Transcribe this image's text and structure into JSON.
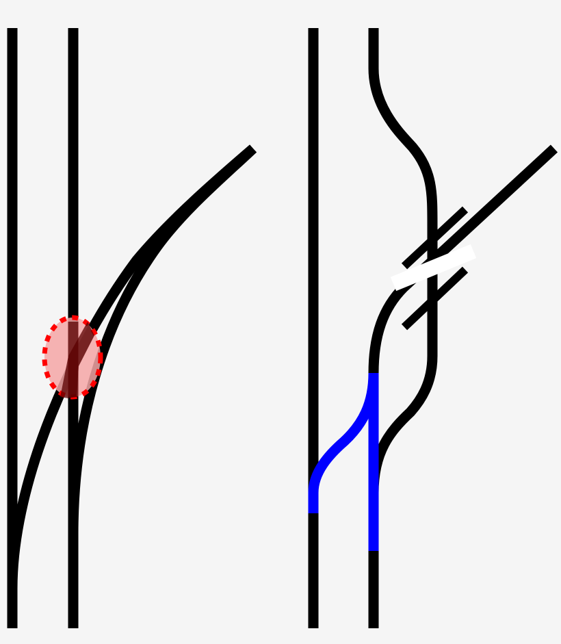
{
  "diagram": {
    "background": "#f5f5f5",
    "track_color": "#000000",
    "highlight_route_color": "#0000ff",
    "conflict_marker": {
      "fill": "#f4a6a6",
      "stroke": "#ff0000",
      "overlap_fill": "#5a0000"
    },
    "bridge_gap_color": "#ffffff",
    "panels": [
      {
        "name": "left-layout",
        "description_elements": [
          "straight-track",
          "straight-track",
          "diverging-curve",
          "diverging-curve",
          "conflict-marker"
        ]
      },
      {
        "name": "right-layout",
        "description_elements": [
          "straight-track",
          "wavy-track",
          "diagonal-track",
          "bridge",
          "blue-route"
        ]
      }
    ]
  }
}
